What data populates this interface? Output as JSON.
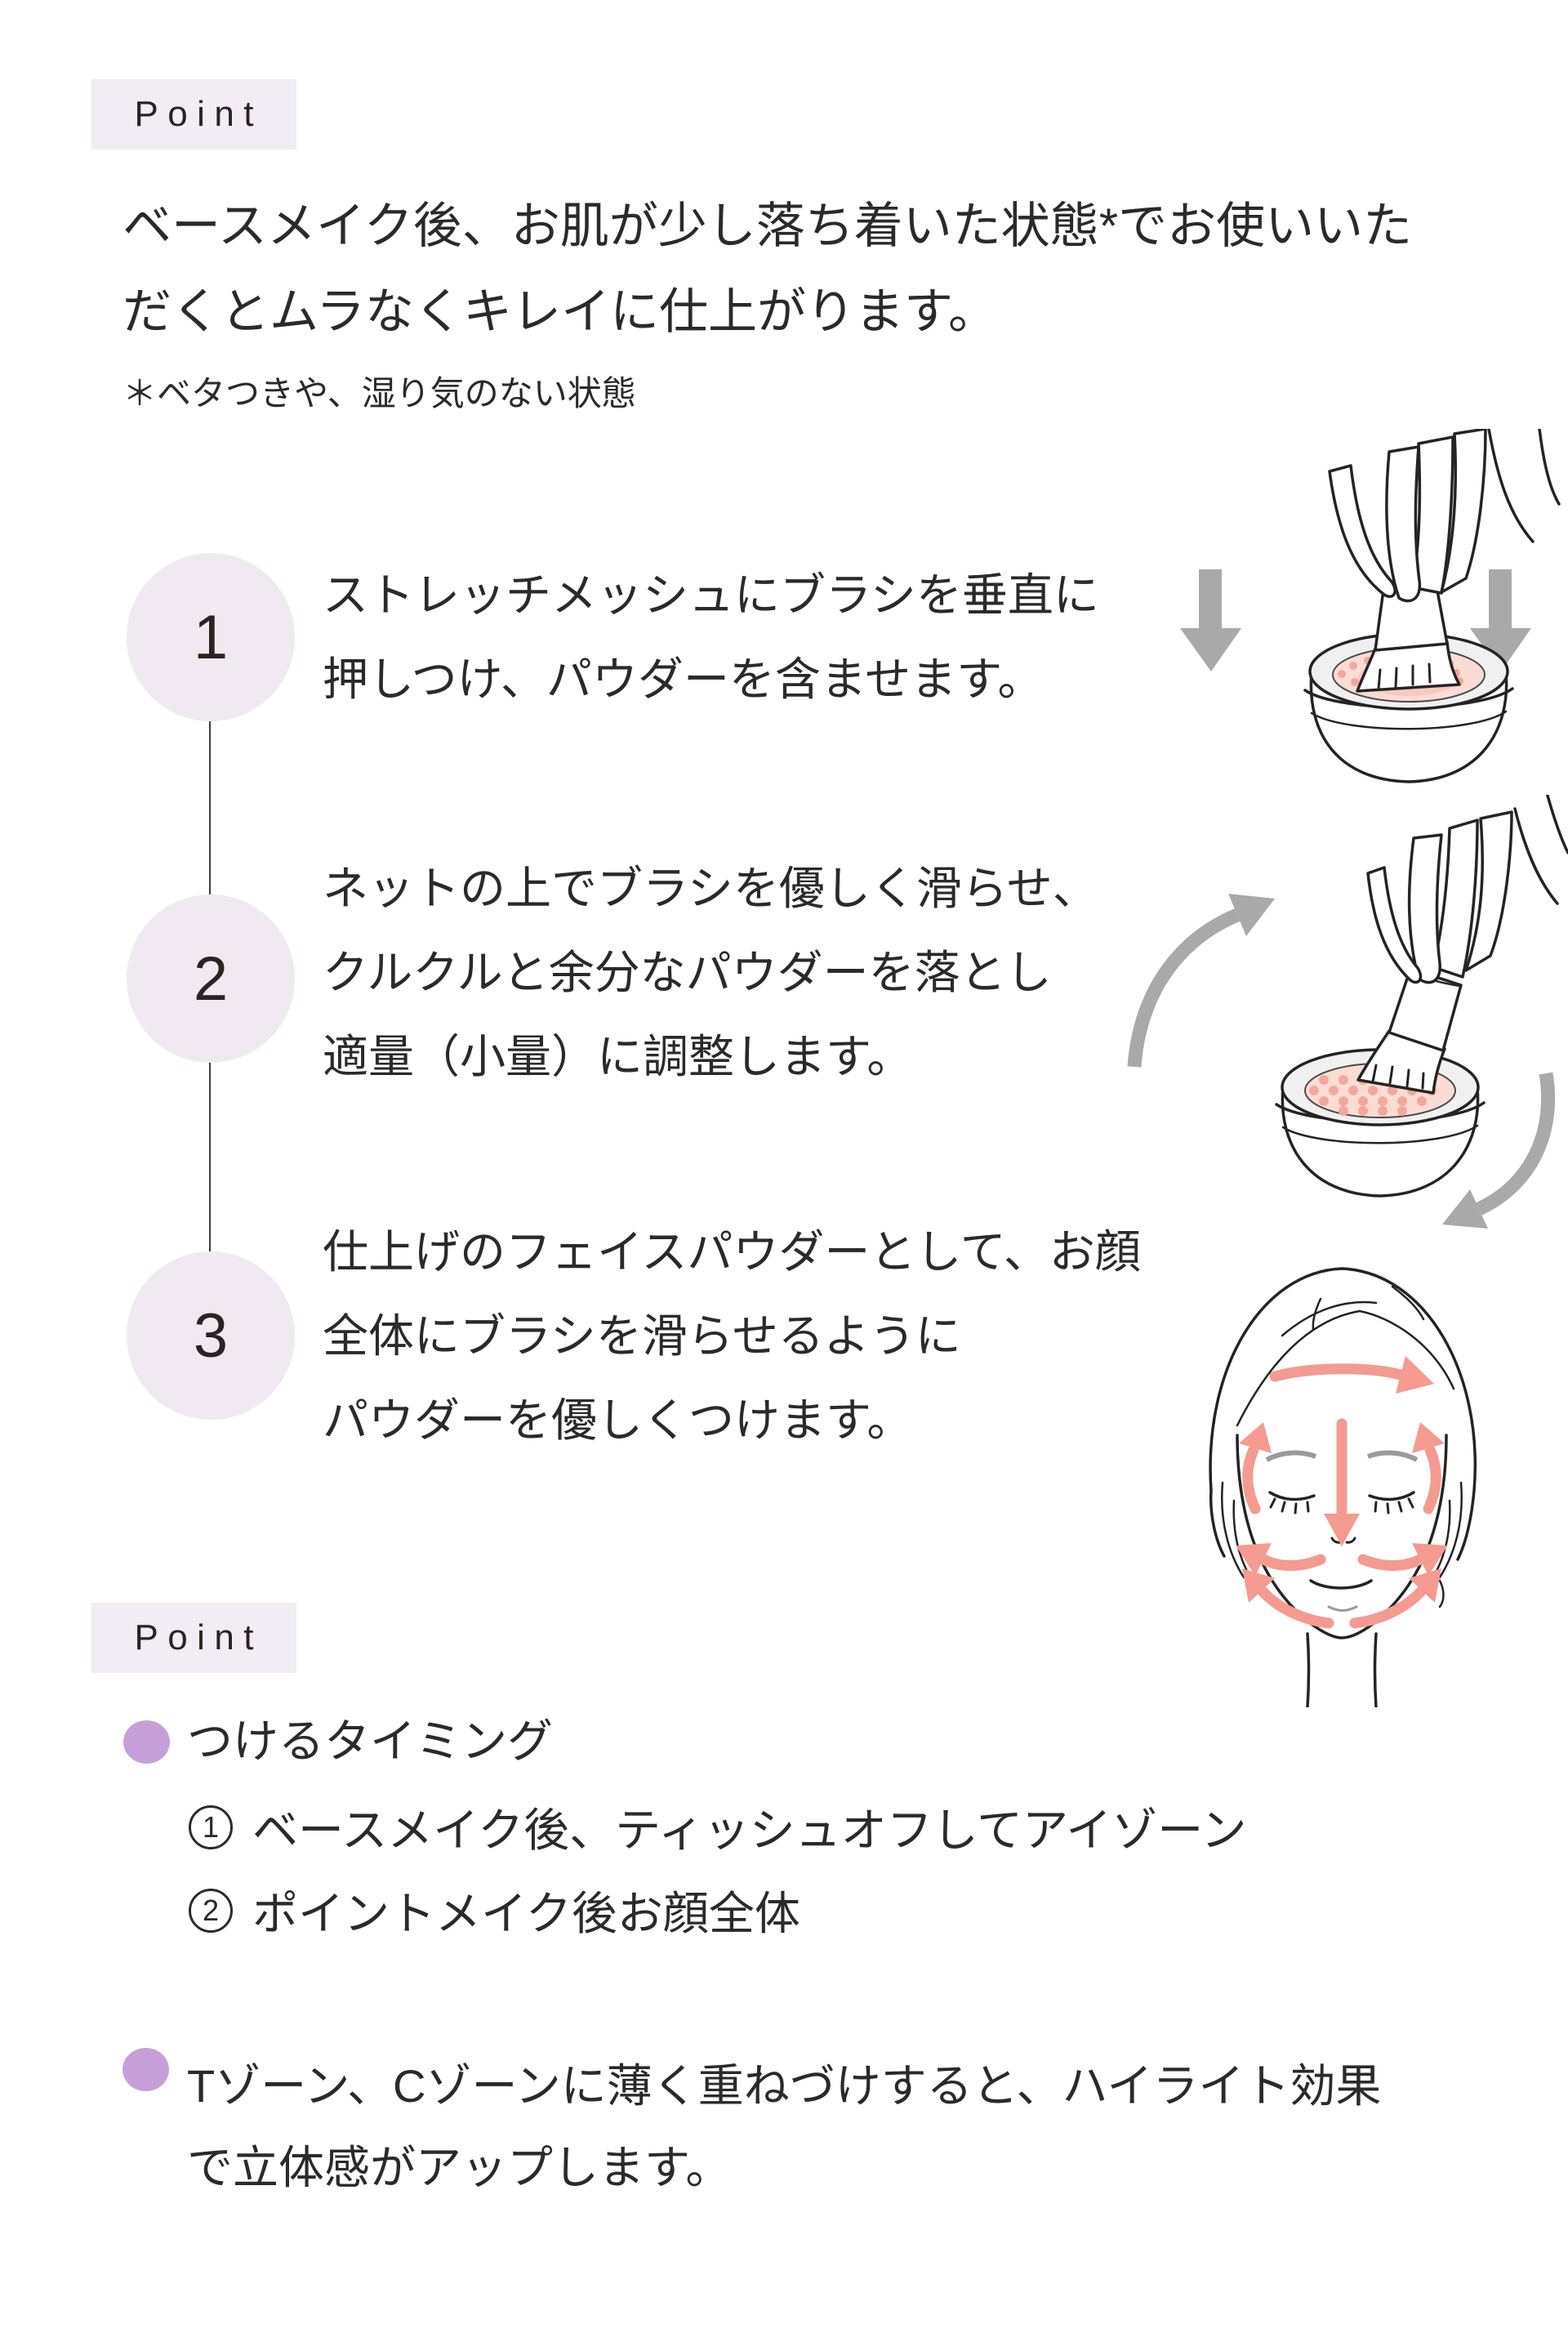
{
  "colors": {
    "label_bg": "#f2ecf4",
    "circle_bg": "#f0e9f1",
    "bullet": "#c79fd8",
    "text": "#2b2a2a",
    "gray_arrow": "#a9a9a9",
    "pink_arrow": "#f59a90",
    "powder": "#fbdcd4",
    "powder_dot": "#f2a89d"
  },
  "point_top": {
    "label": "Point",
    "paragraph": "ベースメイク後、お肌が少し落ち着いた状態*でお使いいた\nだくとムラなくキレイに仕上がります。",
    "note": "＊ベタつきや、湿り気のない状態"
  },
  "steps": [
    {
      "number": "1",
      "text": "ストレッチメッシュにブラシを垂直に\n押しつけ、パウダーを含ませます。",
      "illustration": "brush-pressed-vertically-into-powder-jar-with-down-arrows"
    },
    {
      "number": "2",
      "text": "ネットの上でブラシを優しく滑らせ、\nクルクルと余分なパウダーを落とし\n適量（小量）に調整します。",
      "illustration": "brush-swirled-on-mesh-with-circular-arrows"
    },
    {
      "number": "3",
      "text": "仕上げのフェイスパウダーとして、お顔\n全体にブラシを滑らせるように\nパウダーを優しくつけます。",
      "illustration": "face-with-pink-application-direction-arrows"
    }
  ],
  "point_bottom": {
    "label": "Point",
    "bullet1": {
      "heading": "つけるタイミング",
      "item1_marker": "1",
      "item1_text": "ベースメイク後、ティッシュオフしてアイゾーン",
      "item2_marker": "2",
      "item2_text": "ポイントメイク後お顔全体"
    },
    "bullet2": {
      "text": "Tゾーン、Cゾーンに薄く重ねづけすると、ハイライト効果\nで立体感がアップします。"
    }
  }
}
